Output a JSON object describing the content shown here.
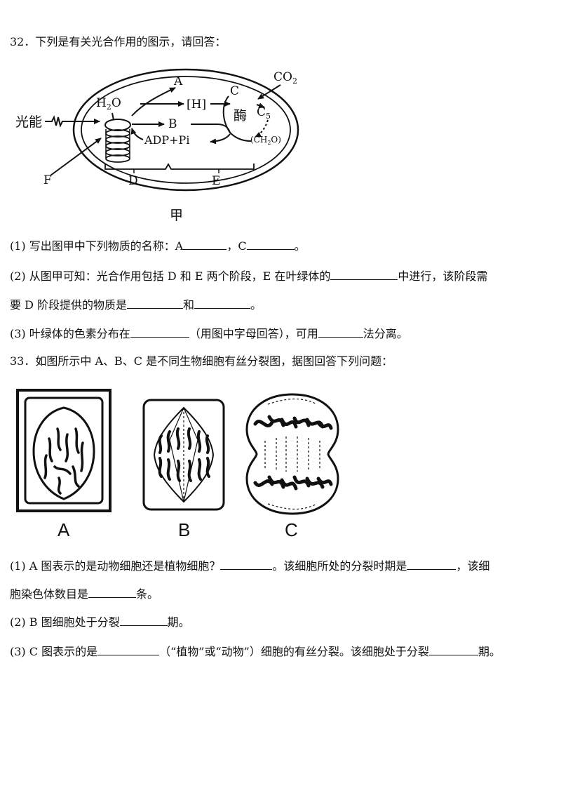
{
  "q32": {
    "title": "32．下列是有关光合作用的图示，请回答：",
    "diagram": {
      "light_label": "光能",
      "h2o": "H2O",
      "a": "A",
      "h": "[H]",
      "b": "B",
      "adp": "ADP+Pi",
      "c": "C",
      "co2": "CO2",
      "c5": "C5",
      "enzyme": "酶",
      "ch2o": "(CH2O)",
      "f": "F",
      "d": "D",
      "e": "E",
      "caption": "甲"
    },
    "s1": {
      "pre": "(1)  写出图甲中下列物质的名称：A",
      "mid": "，C",
      "post": "。"
    },
    "s2a": {
      "pre": "(2)  从图甲可知：光合作用包括 D 和 E 两个阶段，E 在叶绿体的",
      "post": "中进行，该阶段需"
    },
    "s2b": {
      "pre": "要 D 阶段提供的物质是",
      "mid": "和",
      "post": "。"
    },
    "s3": {
      "pre": "(3)  叶绿体的色素分布在",
      "mid": "（用图中字母回答），可用",
      "post": "法分离。"
    }
  },
  "q33": {
    "title": "33．如图所示中 A、B、C 是不同生物细胞有丝分裂图，据图回答下列问题：",
    "labels": [
      "A",
      "B",
      "C"
    ],
    "s1a": {
      "pre": "(1)  A 图表示的是动物细胞还是植物细胞？",
      "mid": "。该细胞所处的分裂时期是",
      "post": "，该细"
    },
    "s1b": {
      "pre": "胞染色体数目是",
      "post": "条。"
    },
    "s2": {
      "pre": "(2)  B 图细胞处于分裂",
      "post": "期。"
    },
    "s3": {
      "pre": "(3)  C 图表示的是",
      "mid": "（“植物”或“动物”）细胞的有丝分裂。该细胞处于分裂",
      "post": "期。"
    }
  }
}
